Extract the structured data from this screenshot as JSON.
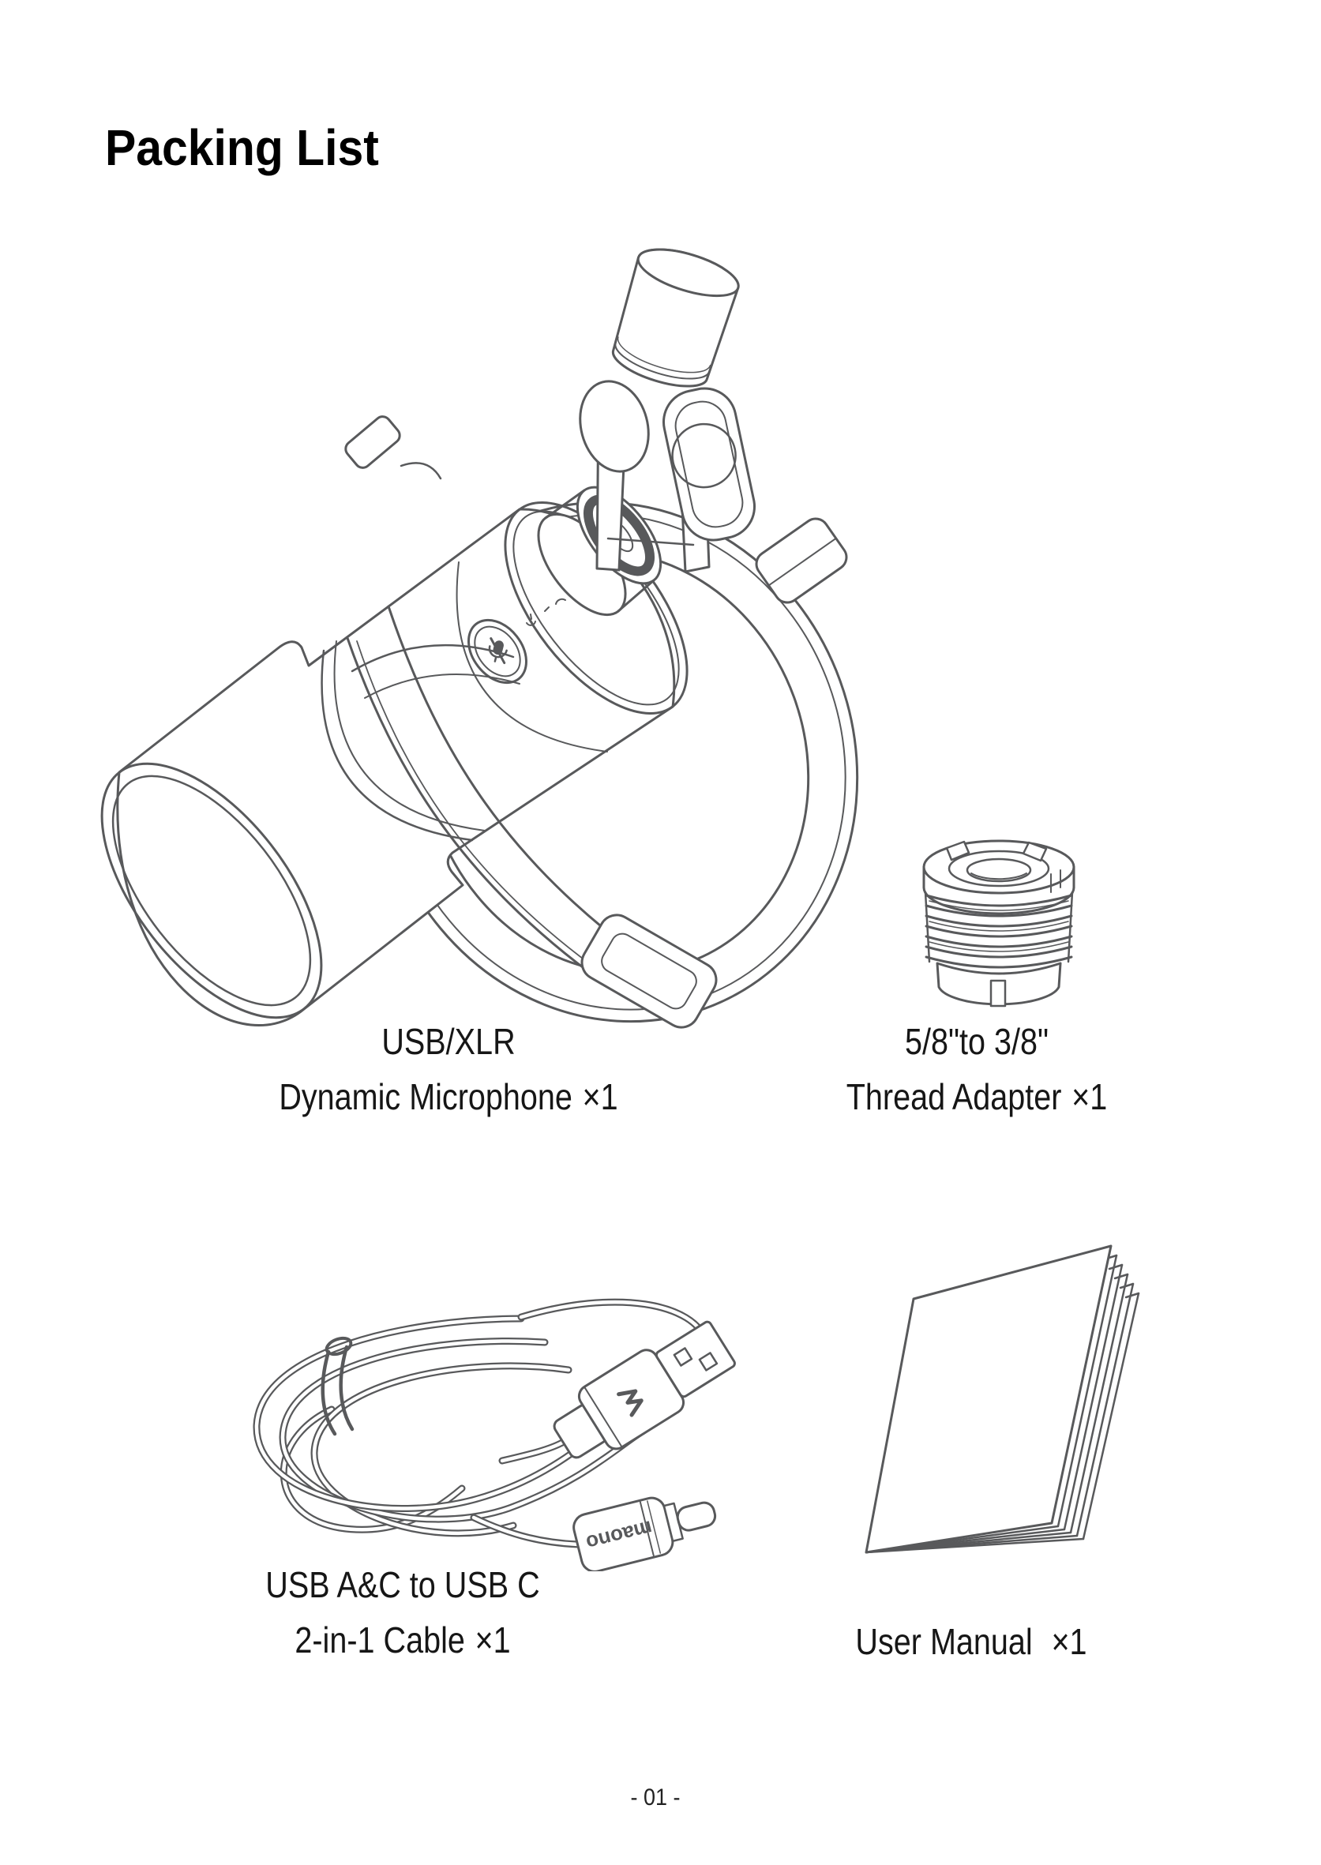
{
  "page": {
    "title": "Packing List",
    "page_number": "- 01 -"
  },
  "colors": {
    "line_art": "#58595b",
    "text": "#161616"
  },
  "items": [
    {
      "line1": "USB/XLR",
      "line2": "Dynamic Microphone",
      "count": "×1"
    },
    {
      "line1": "5/8\"to 3/8\"",
      "line2": "Thread Adapter",
      "count": "×1"
    },
    {
      "line1": "USB A&C to USB C",
      "line2": "2-in-1 Cable",
      "count": "×1"
    },
    {
      "line1": "User Manual",
      "count": "×1"
    }
  ],
  "drawings": {
    "cable": {
      "connector_text": "maono"
    }
  }
}
